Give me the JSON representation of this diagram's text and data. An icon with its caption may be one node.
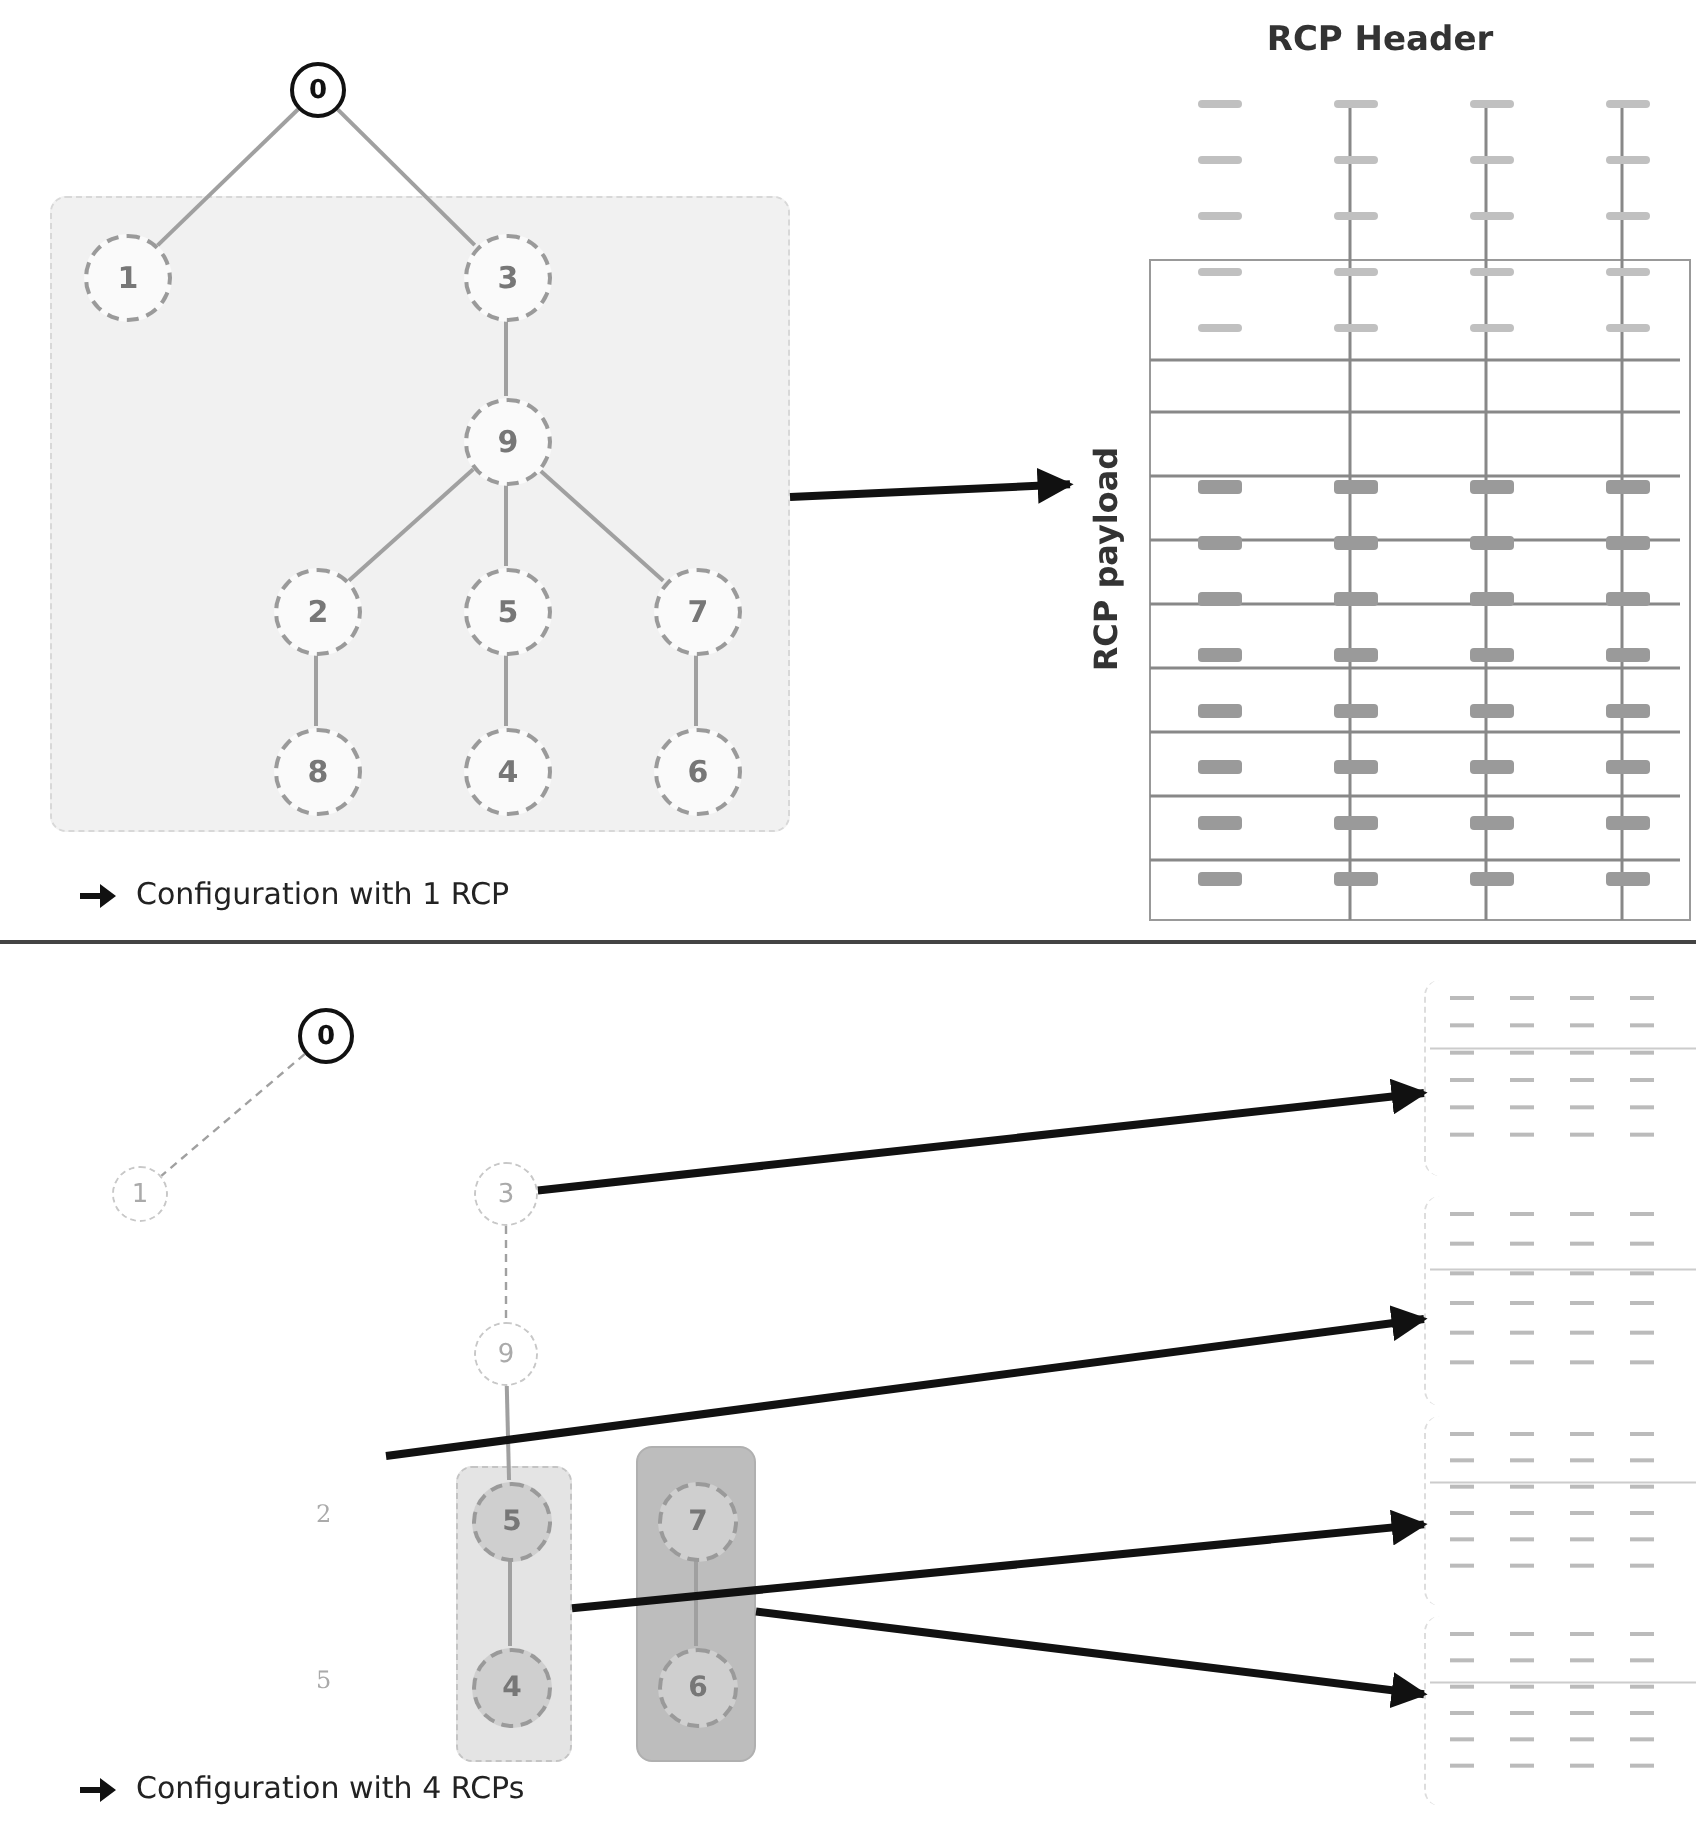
{
  "diagram": {
    "nodes": [
      {
        "text": [],
        "shape": "box"
      },
      {
        "text": [
          "0"
        ]
      },
      {
        "text": [
          "1"
        ],
        "in": 0
      },
      {
        "text": [
          "3"
        ],
        "in": 0
      },
      {
        "text": [
          "9"
        ],
        "in": 0
      },
      {
        "text": [
          "2"
        ],
        "in": 0
      },
      {
        "text": [
          "5"
        ],
        "in": 0
      },
      {
        "text": [
          "7"
        ],
        "in": 0
      },
      {
        "text": [
          "8"
        ],
        "in": 0
      },
      {
        "text": [
          "4"
        ],
        "in": 0
      },
      {
        "text": [
          "6"
        ],
        "in": 0
      },
      {
        "text": [
          "RCP Header",
          "RCP payload"
        ]
      },
      {
        "text": [
          "0"
        ]
      },
      {
        "text": [
          "1"
        ]
      },
      {
        "text": [
          "3"
        ]
      },
      {
        "text": [
          "9"
        ]
      },
      {
        "text": [],
        "shape": "box"
      },
      {
        "text": [
          "5"
        ],
        "in": 16
      },
      {
        "text": [
          "4"
        ],
        "in": 16
      },
      {
        "text": [],
        "shape": "box"
      },
      {
        "text": [
          "7"
        ],
        "in": 19
      },
      {
        "text": [
          "6"
        ],
        "in": 19
      },
      {
        "text": [],
        "shape": "box"
      },
      {
        "text": [],
        "shape": "box"
      },
      {
        "text": [],
        "shape": "box"
      },
      {
        "text": [],
        "shape": "box"
      }
    ],
    "edges": [
      {
        "from": 1,
        "to": 2,
        "arrow": "none"
      },
      {
        "from": 1,
        "to": 3,
        "arrow": "none"
      },
      {
        "from": 3,
        "to": 4,
        "arrow": "none"
      },
      {
        "from": 4,
        "to": 5,
        "arrow": "none"
      },
      {
        "from": 4,
        "to": 6,
        "arrow": "none"
      },
      {
        "from": 4,
        "to": 7,
        "arrow": "none"
      },
      {
        "from": 5,
        "to": 8,
        "arrow": "none"
      },
      {
        "from": 6,
        "to": 9,
        "arrow": "none"
      },
      {
        "from": 7,
        "to": 10,
        "arrow": "none"
      },
      {
        "from": 0,
        "to": 11,
        "arrow": "to",
        "style": "thick",
        "color": "#111111"
      },
      {
        "from": 12,
        "to": 13,
        "arrow": "none",
        "style": "dashed"
      },
      {
        "from": 14,
        "to": 15,
        "arrow": "none",
        "style": "dashed"
      },
      {
        "from": 15,
        "to": 17,
        "arrow": "none"
      },
      {
        "from": 17,
        "to": 18,
        "arrow": "none"
      },
      {
        "from": 20,
        "to": 21,
        "arrow": "none"
      },
      {
        "from": 14,
        "to": 22,
        "arrow": "to",
        "style": "thick",
        "color": "#111111"
      },
      {
        "from": null,
        "to": 23,
        "arrow": "to",
        "style": "thick",
        "color": "#111111"
      },
      {
        "from": 16,
        "to": 24,
        "arrow": "to",
        "style": "thick",
        "color": "#111111"
      },
      {
        "from": 19,
        "to": 25,
        "arrow": "to",
        "style": "thick",
        "color": "#111111"
      }
    ],
    "labels": [
      "Configuration with 1 RCP",
      "2",
      "5",
      "Configuration with 4 RCPs"
    ]
  }
}
